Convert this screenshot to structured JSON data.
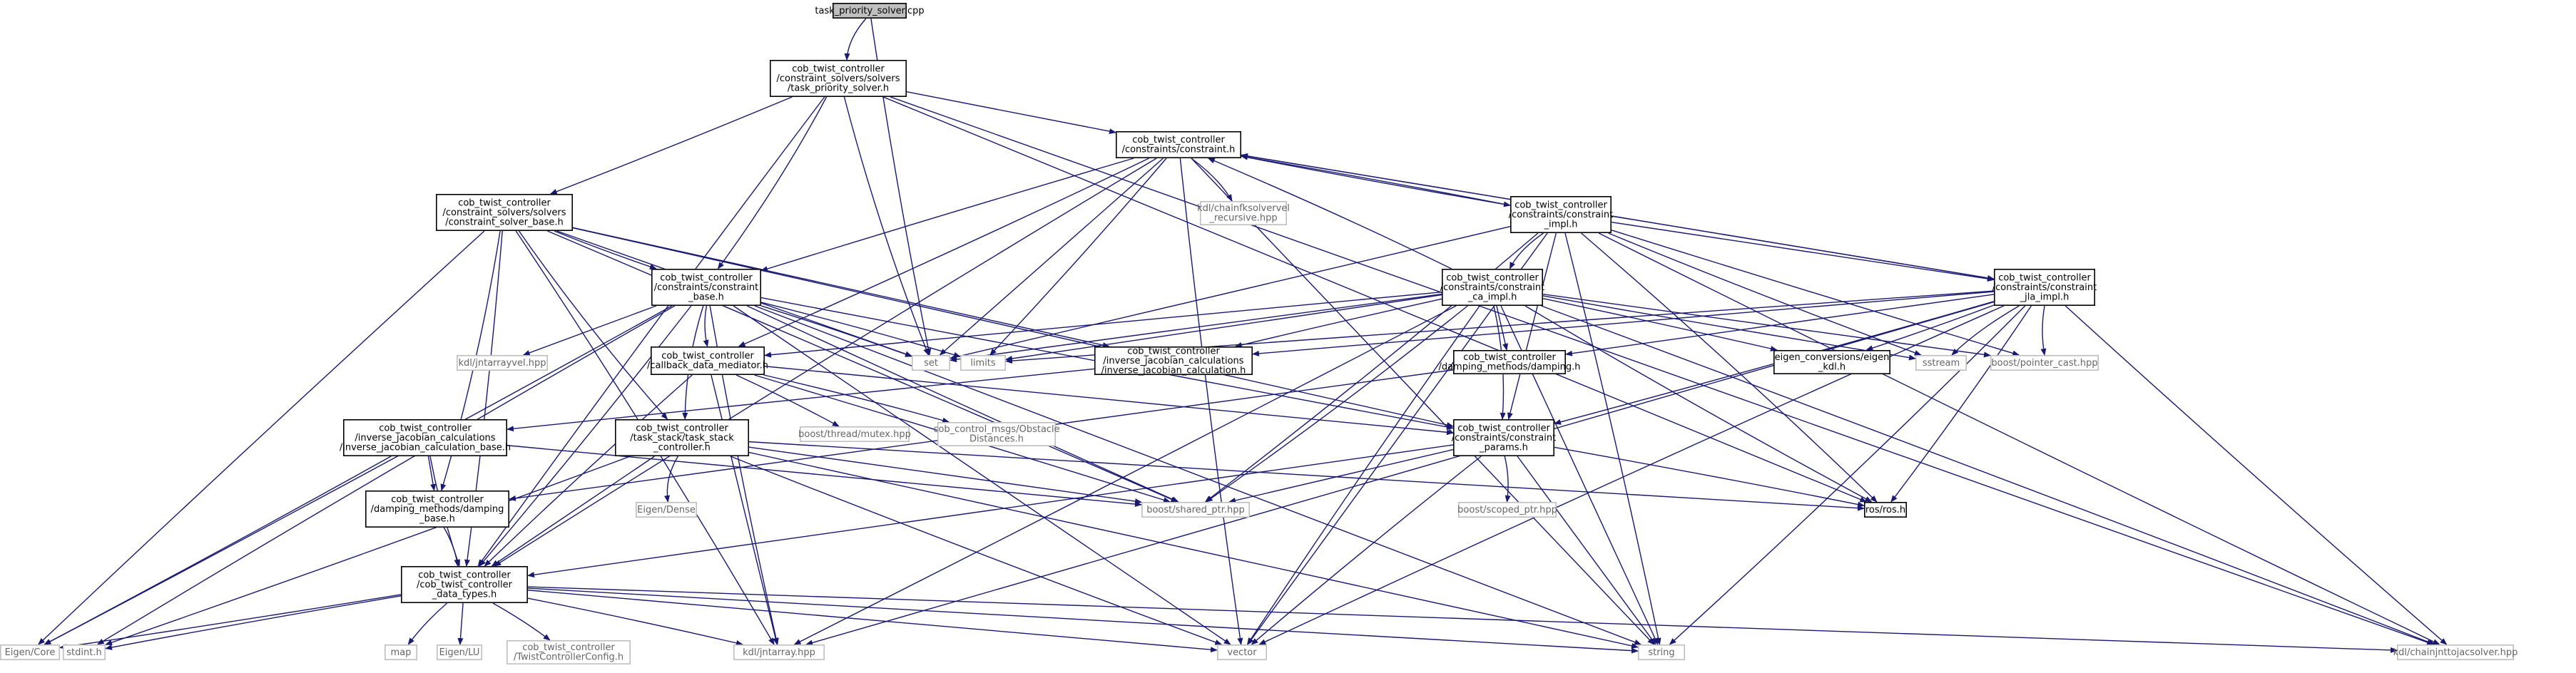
{
  "graph": {
    "colors": {
      "edge": "#191970",
      "project_border": "#000000",
      "system_border": "#bfbfbf",
      "root_fill": "#bfbfbf",
      "node_fill": "#ffffff",
      "system_text": "#666666"
    },
    "nodes": [
      {
        "id": "root",
        "kind": "root",
        "lines": [
          "task_priority_solver.cpp"
        ]
      },
      {
        "id": "tps",
        "kind": "project",
        "lines": [
          "cob_twist_controller",
          "/constraint_solvers/solvers",
          "/task_priority_solver.h"
        ]
      },
      {
        "id": "constraint",
        "kind": "project",
        "lines": [
          "cob_twist_controller",
          "/constraints/constraint.h"
        ]
      },
      {
        "id": "csb",
        "kind": "project",
        "lines": [
          "cob_twist_controller",
          "/constraint_solvers/solvers",
          "/constraint_solver_base.h"
        ]
      },
      {
        "id": "kdlrec",
        "kind": "system",
        "lines": [
          "kdl/chainfksolvervel",
          "_recursive.hpp"
        ]
      },
      {
        "id": "cimpl",
        "kind": "project",
        "lines": [
          "cob_twist_controller",
          "/constraints/constraint",
          "_impl.h"
        ]
      },
      {
        "id": "cbase",
        "kind": "project",
        "lines": [
          "cob_twist_controller",
          "/constraints/constraint",
          "_base.h"
        ]
      },
      {
        "id": "caimpl",
        "kind": "project",
        "lines": [
          "cob_twist_controller",
          "/constraints/constraint",
          "_ca_impl.h"
        ]
      },
      {
        "id": "jlaimpl",
        "kind": "project",
        "lines": [
          "cob_twist_controller",
          "/constraints/constraint",
          "_jla_impl.h"
        ]
      },
      {
        "id": "kdljntvel",
        "kind": "system",
        "lines": [
          "kdl/jntarrayvel.hpp"
        ]
      },
      {
        "id": "set",
        "kind": "system",
        "lines": [
          "set"
        ]
      },
      {
        "id": "limits",
        "kind": "system",
        "lines": [
          "limits"
        ]
      },
      {
        "id": "cdm",
        "kind": "project",
        "lines": [
          "cob_twist_controller",
          "/callback_data_mediator.h"
        ]
      },
      {
        "id": "ijc",
        "kind": "project",
        "lines": [
          "cob_twist_controller",
          "/inverse_jacobian_calculations",
          "/inverse_jacobian_calculation.h"
        ]
      },
      {
        "id": "dmpd",
        "kind": "project",
        "lines": [
          "cob_twist_controller",
          "/damping_methods/damping.h"
        ]
      },
      {
        "id": "eigkdl",
        "kind": "project",
        "lines": [
          "eigen_conversions/eigen",
          "_kdl.h"
        ]
      },
      {
        "id": "sstream",
        "kind": "system",
        "lines": [
          "sstream"
        ]
      },
      {
        "id": "bpc",
        "kind": "system",
        "lines": [
          "boost/pointer_cast.hpp"
        ]
      },
      {
        "id": "ijcb",
        "kind": "project",
        "lines": [
          "cob_twist_controller",
          "/inverse_jacobian_calculations",
          "/inverse_jacobian_calculation_base.h"
        ]
      },
      {
        "id": "tsc",
        "kind": "project",
        "lines": [
          "cob_twist_controller",
          "/task_stack/task_stack",
          "_controller.h"
        ]
      },
      {
        "id": "btm",
        "kind": "system",
        "lines": [
          "boost/thread/mutex.hpp"
        ]
      },
      {
        "id": "cmsg",
        "kind": "system",
        "lines": [
          "cob_control_msgs/Obstacle",
          "Distances.h"
        ]
      },
      {
        "id": "cparams",
        "kind": "project",
        "lines": [
          "cob_twist_controller",
          "/constraints/constraint",
          "_params.h"
        ]
      },
      {
        "id": "eigdense",
        "kind": "system",
        "lines": [
          "Eigen/Dense"
        ]
      },
      {
        "id": "dmpb",
        "kind": "project",
        "lines": [
          "cob_twist_controller",
          "/damping_methods/damping",
          "_base.h"
        ]
      },
      {
        "id": "bsp",
        "kind": "system",
        "lines": [
          "boost/shared_ptr.hpp"
        ]
      },
      {
        "id": "bscp",
        "kind": "system",
        "lines": [
          "boost/scoped_ptr.hpp"
        ]
      },
      {
        "id": "ros",
        "kind": "project",
        "lines": [
          "ros/ros.h"
        ]
      },
      {
        "id": "dtypes",
        "kind": "project",
        "lines": [
          "cob_twist_controller",
          "/cob_twist_controller",
          "_data_types.h"
        ]
      },
      {
        "id": "eigcore",
        "kind": "system",
        "lines": [
          "Eigen/Core"
        ]
      },
      {
        "id": "stdint",
        "kind": "system",
        "lines": [
          "stdint.h"
        ]
      },
      {
        "id": "map",
        "kind": "system",
        "lines": [
          "map"
        ]
      },
      {
        "id": "eiglu",
        "kind": "system",
        "lines": [
          "Eigen/LU"
        ]
      },
      {
        "id": "tcc",
        "kind": "system",
        "lines": [
          "cob_twist_controller",
          "/TwistControllerConfig.h"
        ]
      },
      {
        "id": "kdljnt",
        "kind": "system",
        "lines": [
          "kdl/jntarray.hpp"
        ]
      },
      {
        "id": "vector",
        "kind": "system",
        "lines": [
          "vector"
        ]
      },
      {
        "id": "string",
        "kind": "system",
        "lines": [
          "string"
        ]
      },
      {
        "id": "kdlc2j",
        "kind": "system",
        "lines": [
          "kdl/chainjnttojacsolver.hpp"
        ]
      }
    ],
    "edges": [
      [
        "root",
        "tps"
      ],
      [
        "root",
        "set"
      ],
      [
        "tps",
        "constraint"
      ],
      [
        "tps",
        "csb"
      ],
      [
        "tps",
        "cbase"
      ],
      [
        "tps",
        "set"
      ],
      [
        "tps",
        "dtypes"
      ],
      [
        "tps",
        "ros"
      ],
      [
        "tps",
        "kdlc2j"
      ],
      [
        "constraint",
        "kdlrec"
      ],
      [
        "constraint",
        "cimpl"
      ],
      [
        "constraint",
        "cbase"
      ],
      [
        "constraint",
        "set"
      ],
      [
        "constraint",
        "limits"
      ],
      [
        "constraint",
        "cdm"
      ],
      [
        "constraint",
        "dtypes"
      ],
      [
        "constraint",
        "vector"
      ],
      [
        "constraint",
        "string"
      ],
      [
        "constraint",
        "jlaimpl"
      ],
      [
        "cimpl",
        "constraint"
      ],
      [
        "cimpl",
        "caimpl"
      ],
      [
        "cimpl",
        "jlaimpl"
      ],
      [
        "cimpl",
        "cparams"
      ],
      [
        "cimpl",
        "set"
      ],
      [
        "cimpl",
        "bsp"
      ],
      [
        "cimpl",
        "sstream"
      ],
      [
        "cimpl",
        "bpc"
      ],
      [
        "cimpl",
        "vector"
      ],
      [
        "cimpl",
        "string"
      ],
      [
        "cimpl",
        "ros"
      ],
      [
        "cimpl",
        "kdlc2j"
      ],
      [
        "csb",
        "cbase"
      ],
      [
        "csb",
        "ijc"
      ],
      [
        "csb",
        "dtypes"
      ],
      [
        "csb",
        "dmpb"
      ],
      [
        "csb",
        "tsc"
      ],
      [
        "csb",
        "eigcore"
      ],
      [
        "csb",
        "set"
      ],
      [
        "csb",
        "bsp"
      ],
      [
        "csb",
        "kdljnt"
      ],
      [
        "csb",
        "cparams"
      ],
      [
        "cbase",
        "cdm"
      ],
      [
        "cbase",
        "kdljntvel"
      ],
      [
        "cbase",
        "set"
      ],
      [
        "cbase",
        "limits"
      ],
      [
        "cbase",
        "tsc"
      ],
      [
        "cbase",
        "bsp"
      ],
      [
        "cbase",
        "cparams"
      ],
      [
        "cbase",
        "dtypes"
      ],
      [
        "cbase",
        "eigcore"
      ],
      [
        "cbase",
        "stdint"
      ],
      [
        "cbase",
        "kdljnt"
      ],
      [
        "cbase",
        "vector"
      ],
      [
        "cbase",
        "string"
      ],
      [
        "caimpl",
        "constraint"
      ],
      [
        "caimpl",
        "cdm"
      ],
      [
        "caimpl",
        "ijc"
      ],
      [
        "caimpl",
        "dmpd"
      ],
      [
        "caimpl",
        "eigkdl"
      ],
      [
        "caimpl",
        "cparams"
      ],
      [
        "caimpl",
        "sstream"
      ],
      [
        "caimpl",
        "bpc"
      ],
      [
        "caimpl",
        "limits"
      ],
      [
        "caimpl",
        "set"
      ],
      [
        "caimpl",
        "bsp"
      ],
      [
        "caimpl",
        "ros"
      ],
      [
        "caimpl",
        "vector"
      ],
      [
        "caimpl",
        "string"
      ],
      [
        "caimpl",
        "kdljnt"
      ],
      [
        "caimpl",
        "kdlc2j"
      ],
      [
        "jlaimpl",
        "constraint"
      ],
      [
        "jlaimpl",
        "ijc"
      ],
      [
        "jlaimpl",
        "dmpd"
      ],
      [
        "jlaimpl",
        "eigkdl"
      ],
      [
        "jlaimpl",
        "cparams"
      ],
      [
        "jlaimpl",
        "sstream"
      ],
      [
        "jlaimpl",
        "bpc"
      ],
      [
        "jlaimpl",
        "limits"
      ],
      [
        "jlaimpl",
        "ros"
      ],
      [
        "jlaimpl",
        "string"
      ],
      [
        "jlaimpl",
        "vector"
      ],
      [
        "jlaimpl",
        "kdlc2j"
      ],
      [
        "jlaimpl",
        "kdljnt"
      ],
      [
        "cdm",
        "btm"
      ],
      [
        "cdm",
        "cmsg"
      ],
      [
        "cdm",
        "cparams"
      ],
      [
        "cdm",
        "dtypes"
      ],
      [
        "cdm",
        "kdljnt"
      ],
      [
        "cdm",
        "bsp"
      ],
      [
        "ijc",
        "ijcb"
      ],
      [
        "dmpd",
        "dmpb"
      ],
      [
        "ijcb",
        "dtypes"
      ],
      [
        "ijcb",
        "dmpb"
      ],
      [
        "ijcb",
        "eigcore"
      ],
      [
        "ijcb",
        "bsp"
      ],
      [
        "tsc",
        "eigdense"
      ],
      [
        "tsc",
        "bsp"
      ],
      [
        "tsc",
        "dtypes"
      ],
      [
        "tsc",
        "ros"
      ],
      [
        "tsc",
        "stdint"
      ],
      [
        "tsc",
        "vector"
      ],
      [
        "tsc",
        "string"
      ],
      [
        "cparams",
        "bsp"
      ],
      [
        "cparams",
        "bscp"
      ],
      [
        "cparams",
        "ros"
      ],
      [
        "cparams",
        "dtypes"
      ],
      [
        "cparams",
        "vector"
      ],
      [
        "cparams",
        "string"
      ],
      [
        "dmpb",
        "dtypes"
      ],
      [
        "dtypes",
        "eigcore"
      ],
      [
        "dtypes",
        "stdint"
      ],
      [
        "dtypes",
        "map"
      ],
      [
        "dtypes",
        "eiglu"
      ],
      [
        "dtypes",
        "tcc"
      ],
      [
        "dtypes",
        "kdljnt"
      ],
      [
        "dtypes",
        "vector"
      ],
      [
        "dtypes",
        "string"
      ],
      [
        "dtypes",
        "kdlc2j"
      ]
    ]
  }
}
